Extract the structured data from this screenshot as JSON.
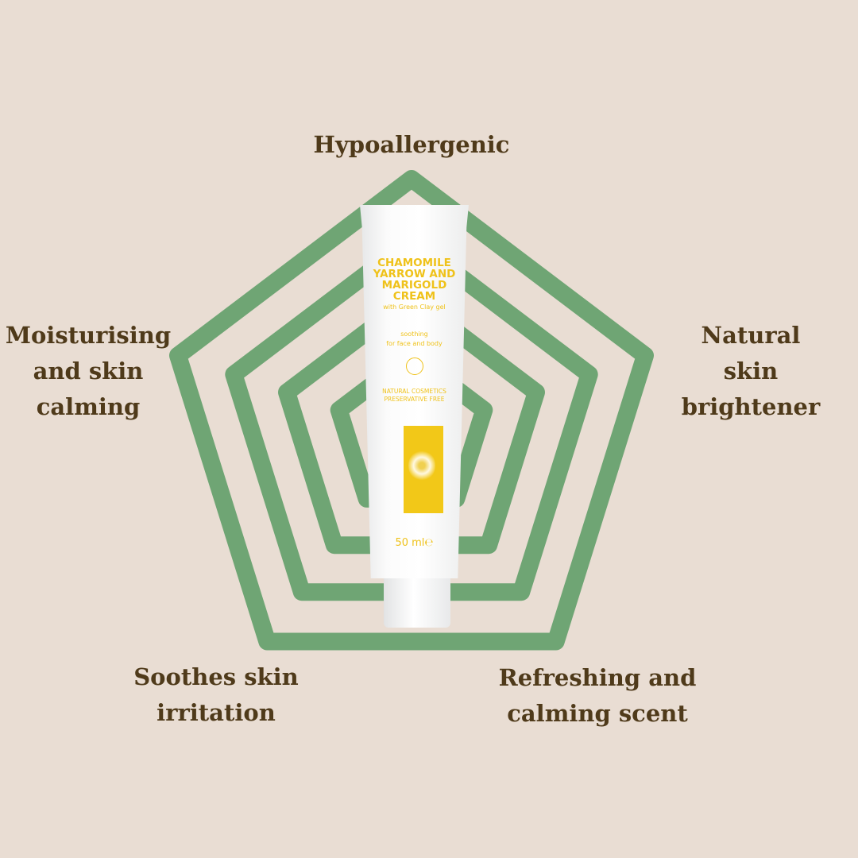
{
  "colors": {
    "background": "#e9ddd3",
    "pentagon": "#6fa574",
    "text": "#4f3a1a",
    "tube_text": "#efc21a"
  },
  "labels": {
    "top": "Hypoallergenic",
    "left": [
      "Moisturising",
      "and skin",
      "calming"
    ],
    "right": [
      "Natural",
      "skin",
      "brightener"
    ],
    "bottom_left": [
      "Soothes skin",
      "irritation"
    ],
    "bottom_right": [
      "Refreshing and",
      "calming scent"
    ]
  },
  "product": {
    "name": [
      "CHAMOMILE",
      "YARROW AND",
      "MARIGOLD",
      "CREAM"
    ],
    "subtitle": "with Green Clay gel",
    "tagline": "soothing",
    "usage": "for face and body",
    "claims": [
      "NATURAL COSMETICS",
      "PRESERVATIVE FREE"
    ],
    "volume": "50 ml℮"
  }
}
